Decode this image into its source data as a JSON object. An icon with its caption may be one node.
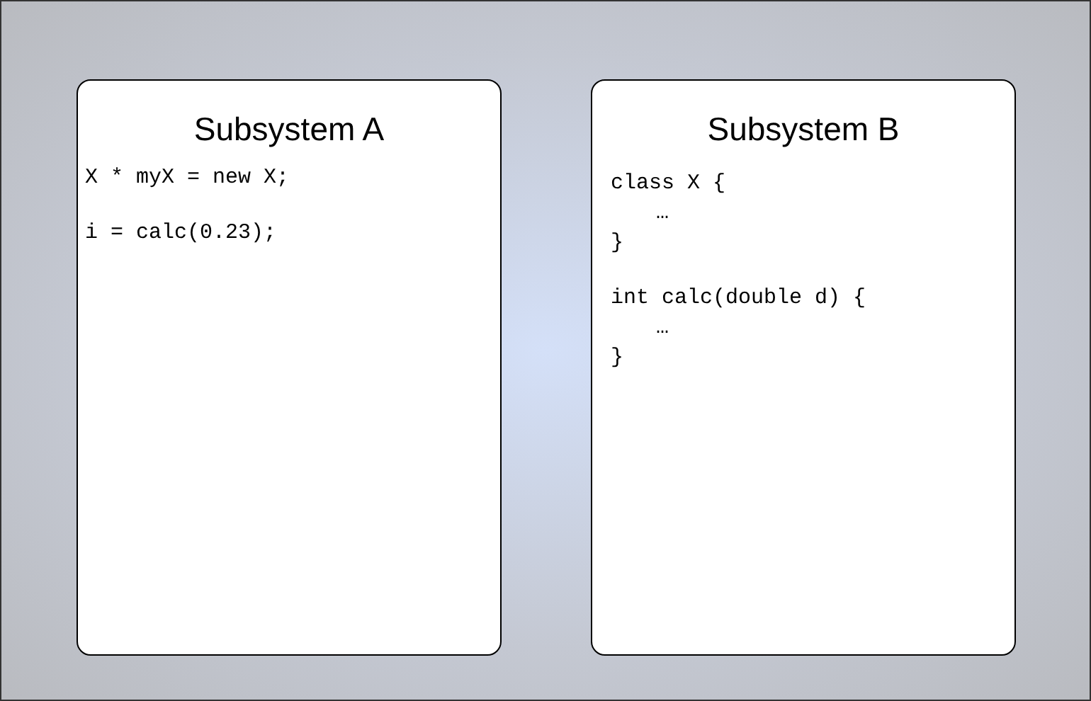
{
  "diagram": {
    "nodes": [
      {
        "text": [
          "Subsystem A",
          "X * myX = new X;",
          "i = calc(0.23);"
        ]
      },
      {
        "text": [
          "Subsystem B",
          "class X {",
          "…",
          "}",
          "int calc(double d) {",
          "…",
          "}"
        ]
      }
    ]
  }
}
